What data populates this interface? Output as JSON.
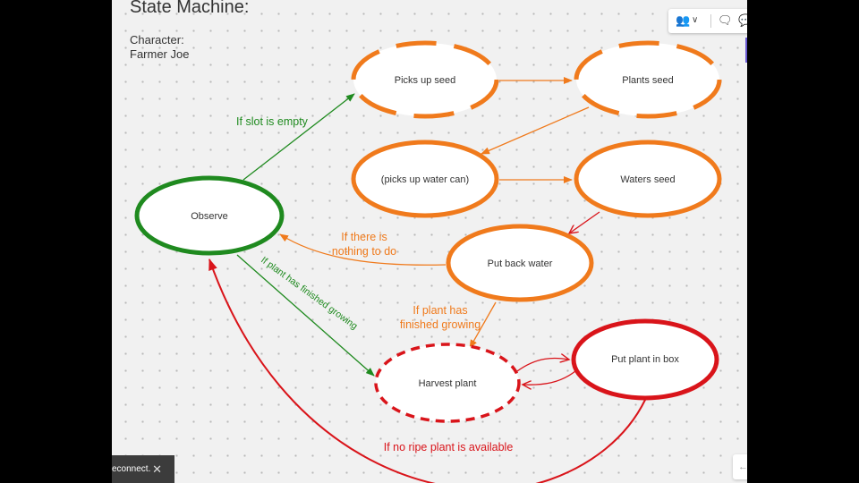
{
  "header": {
    "title": "State Machine:",
    "character_label": "Character:",
    "character_name": "Farmer Joe"
  },
  "toolbar": {
    "icons": [
      "people-icon",
      "chevron-down-icon",
      "comment-icon",
      "chat-icon"
    ]
  },
  "colors": {
    "green": "#1f8a1f",
    "orange": "#f07a1c",
    "red": "#d9141a"
  },
  "nodes": {
    "observe": "Observe",
    "picks_up_seed": "Picks up seed",
    "plants_seed": "Plants seed",
    "picks_up_water_can": "(picks up water can)",
    "waters_seed": "Waters seed",
    "put_back_water": "Put back water",
    "harvest_plant": "Harvest plant",
    "put_plant_in_box": "Put plant in box"
  },
  "edge_labels": {
    "if_slot_empty": "If slot is empty",
    "if_plant_finished_green": "If plant has finished growing",
    "nothing_to_do_line1": "If there is",
    "nothing_to_do_line2": "nothing to do",
    "finished_orange_line1": "If plant has",
    "finished_orange_line2": "finished growing",
    "no_ripe_plant": "If no ripe plant is available"
  },
  "toast": {
    "text": "econnect."
  }
}
